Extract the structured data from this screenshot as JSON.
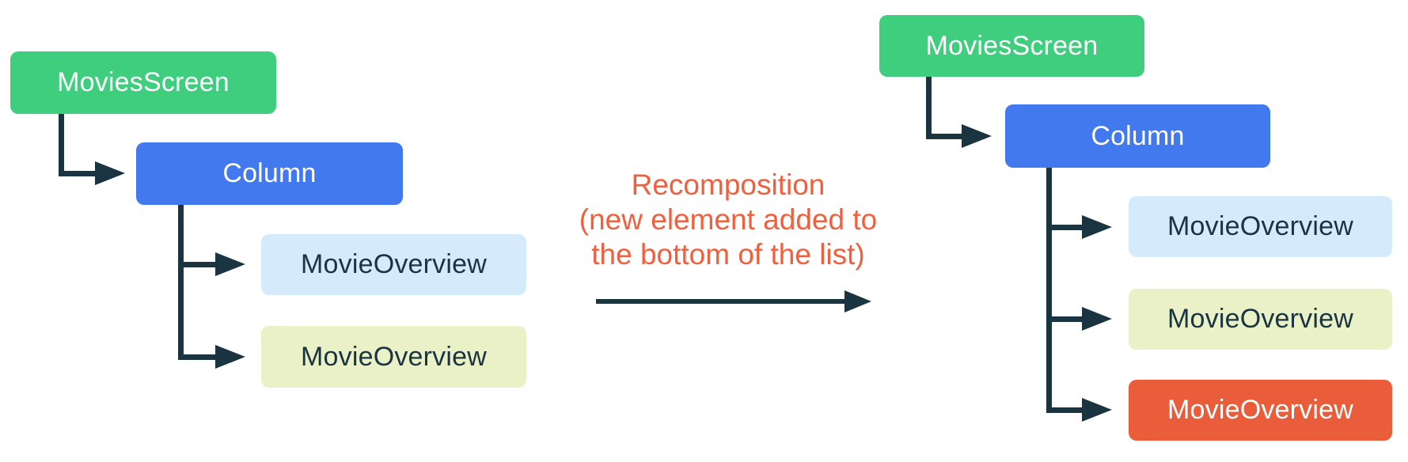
{
  "diagram": {
    "annotation": {
      "line1": "Recomposition",
      "line2": "(new element added to",
      "line3": "the bottom of the list)"
    },
    "left_tree": {
      "root": "MoviesScreen",
      "column": "Column",
      "children": [
        {
          "label": "MovieOverview"
        },
        {
          "label": "MovieOverview"
        }
      ]
    },
    "right_tree": {
      "root": "MoviesScreen",
      "column": "Column",
      "children": [
        {
          "label": "MovieOverview"
        },
        {
          "label": "MovieOverview"
        },
        {
          "label": "MovieOverview"
        }
      ]
    },
    "colors": {
      "root_green": "#3fcd7e",
      "column_blue": "#4379ee",
      "child_blue_bg": "#d5eafb",
      "child_yellow_bg": "#eaf1c6",
      "child_orange_bg": "#e95d3b",
      "connector_navy": "#1b3441",
      "annotation_orange": "#f0603f",
      "text_light": "#ffffff",
      "text_dark": "#1b3441"
    }
  }
}
